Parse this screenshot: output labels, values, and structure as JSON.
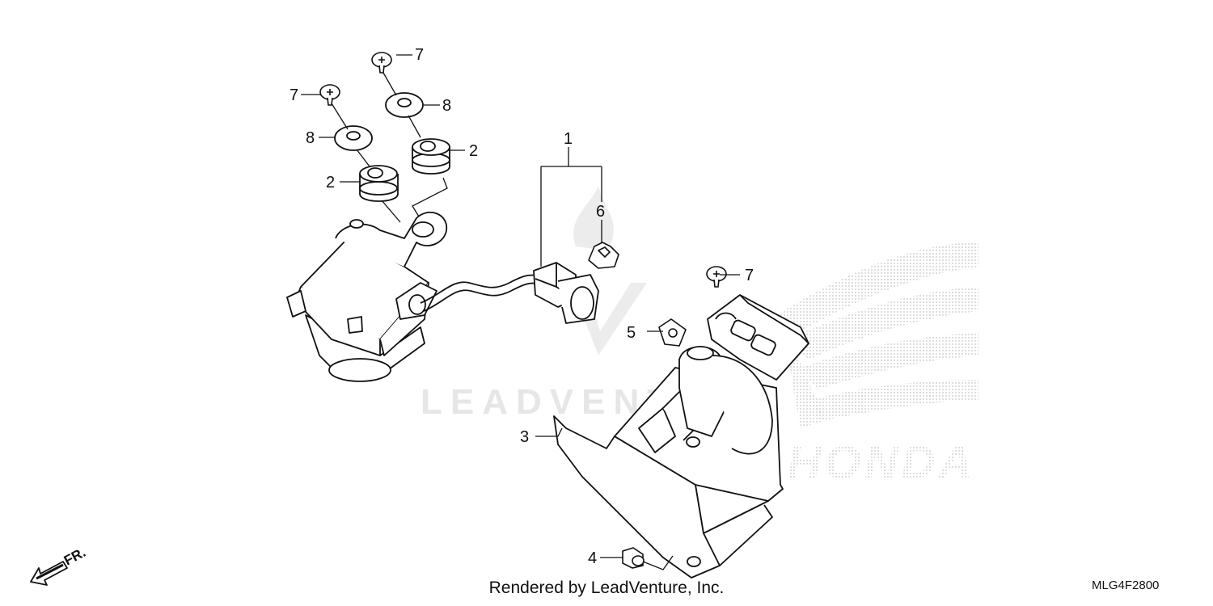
{
  "watermark": {
    "text": "LEADVENTURE",
    "brand": "HONDA"
  },
  "front_indicator": {
    "label": "FR."
  },
  "callouts": [
    {
      "id": "c1",
      "label": "1"
    },
    {
      "id": "c2a",
      "label": "2"
    },
    {
      "id": "c2b",
      "label": "2"
    },
    {
      "id": "c3",
      "label": "3"
    },
    {
      "id": "c4",
      "label": "4"
    },
    {
      "id": "c5",
      "label": "5"
    },
    {
      "id": "c6",
      "label": "6"
    },
    {
      "id": "c7a",
      "label": "7"
    },
    {
      "id": "c7b",
      "label": "7"
    },
    {
      "id": "c7c",
      "label": "7"
    },
    {
      "id": "c8a",
      "label": "8"
    },
    {
      "id": "c8b",
      "label": "8"
    }
  ],
  "footer": {
    "credit": "Rendered by LeadVenture, Inc.",
    "diagram_code": "MLG4F2800"
  },
  "colors": {
    "line": "#111111",
    "watermark": "#e3e3e3",
    "dots": "#c8c8c8",
    "fill": "#ffffff"
  }
}
